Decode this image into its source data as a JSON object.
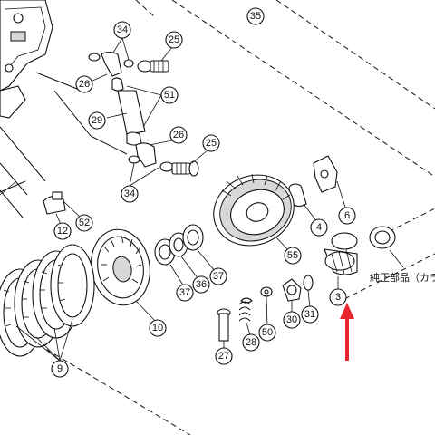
{
  "callouts": {
    "p35": "35",
    "p34a": "34",
    "p25a": "25",
    "p26a": "26",
    "p51": "51",
    "p29": "29",
    "p26b": "26",
    "p25b": "25",
    "p34b": "34",
    "p52": "52",
    "p12": "12",
    "p6": "6",
    "p4": "4",
    "p55": "55",
    "p3": "3",
    "p10": "10",
    "p37a": "37",
    "p36": "36",
    "p37b": "37",
    "p27": "27",
    "p28": "28",
    "p50": "50",
    "p30": "30",
    "p31": "31",
    "p9": "9"
  },
  "note": "純正部品（カラ",
  "colors": {
    "arrow": "#e8242c",
    "line": "#111111"
  }
}
